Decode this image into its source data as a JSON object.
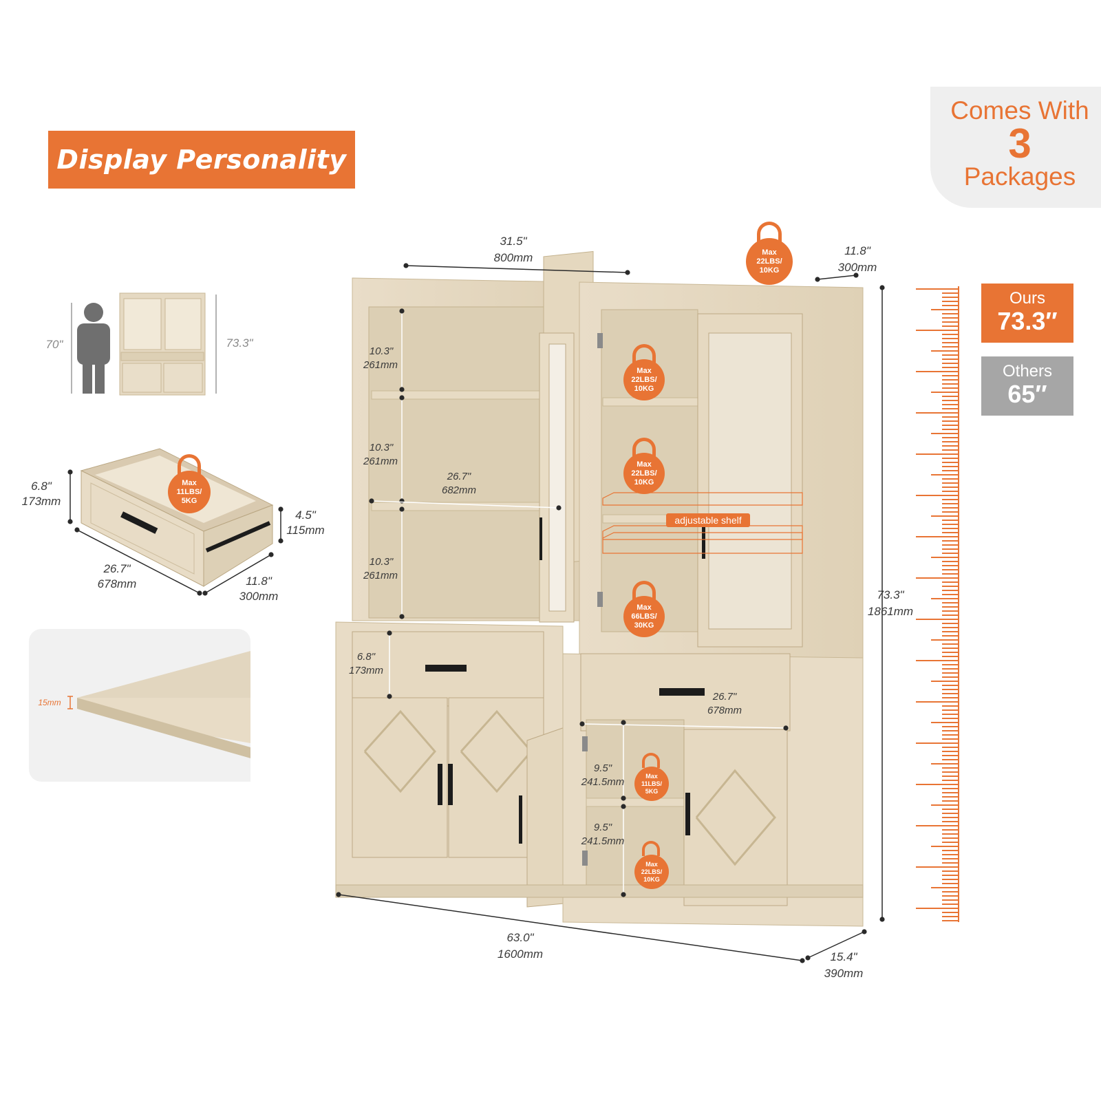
{
  "banner": {
    "title": "Display Personality"
  },
  "packages": {
    "line1": "Comes With",
    "count": "3",
    "line3": "Packages"
  },
  "height_compare": {
    "ours": {
      "label": "Ours",
      "value": "73.3″",
      "color": "#e87434"
    },
    "others": {
      "label": "Others",
      "value": "65″",
      "color": "#a6a6a6"
    }
  },
  "person_compare": {
    "person_height": "70\"",
    "cabinet_height": "73.3\""
  },
  "drawer": {
    "height_in": "6.8\"",
    "height_mm": "173mm",
    "inner_in": "4.5\"",
    "inner_mm": "115mm",
    "width_in": "26.7\"",
    "width_mm": "678mm",
    "depth_in": "11.8\"",
    "depth_mm": "300mm",
    "badge": [
      "Max",
      "11LBS/",
      "5KG"
    ]
  },
  "board": {
    "thickness": "15mm"
  },
  "cabinet": {
    "top_width_in": "31.5\"",
    "top_width_mm": "800mm",
    "top_depth_in": "11.8\"",
    "top_depth_mm": "300mm",
    "top_badge": [
      "Max",
      "22LBS/",
      "10KG"
    ],
    "shelf_gaps": [
      {
        "in": "10.3\"",
        "mm": "261mm"
      },
      {
        "in": "10.3\"",
        "mm": "261mm"
      },
      {
        "in": "10.3\"",
        "mm": "261mm"
      }
    ],
    "shelf_width_in": "26.7\"",
    "shelf_width_mm": "682mm",
    "right_badges": [
      [
        "Max",
        "22LBS/",
        "10KG"
      ],
      [
        "Max",
        "22LBS/",
        "10KG"
      ],
      [
        "Max",
        "66LBS/",
        "30KG"
      ]
    ],
    "adjustable_label": "adjustable shelf",
    "drawer_height_in": "6.8\"",
    "drawer_height_mm": "173mm",
    "drawer_width_in": "26.7\"",
    "drawer_width_mm": "678mm",
    "lower_gaps": [
      {
        "in": "9.5\"",
        "mm": "241.5mm"
      },
      {
        "in": "9.5\"",
        "mm": "241.5mm"
      }
    ],
    "lower_badges": [
      [
        "Max",
        "11LBS/",
        "5KG"
      ],
      [
        "Max",
        "22LBS/",
        "10KG"
      ]
    ],
    "total_height_in": "73.3\"",
    "total_height_mm": "1861mm",
    "total_width_in": "63.0\"",
    "total_width_mm": "1600mm",
    "base_depth_in": "15.4\"",
    "base_depth_mm": "390mm"
  },
  "colors": {
    "accent": "#e87434",
    "wood": "#e8dcc6",
    "wood_dark": "#d6c6a8",
    "handle": "#1c1c1c"
  }
}
